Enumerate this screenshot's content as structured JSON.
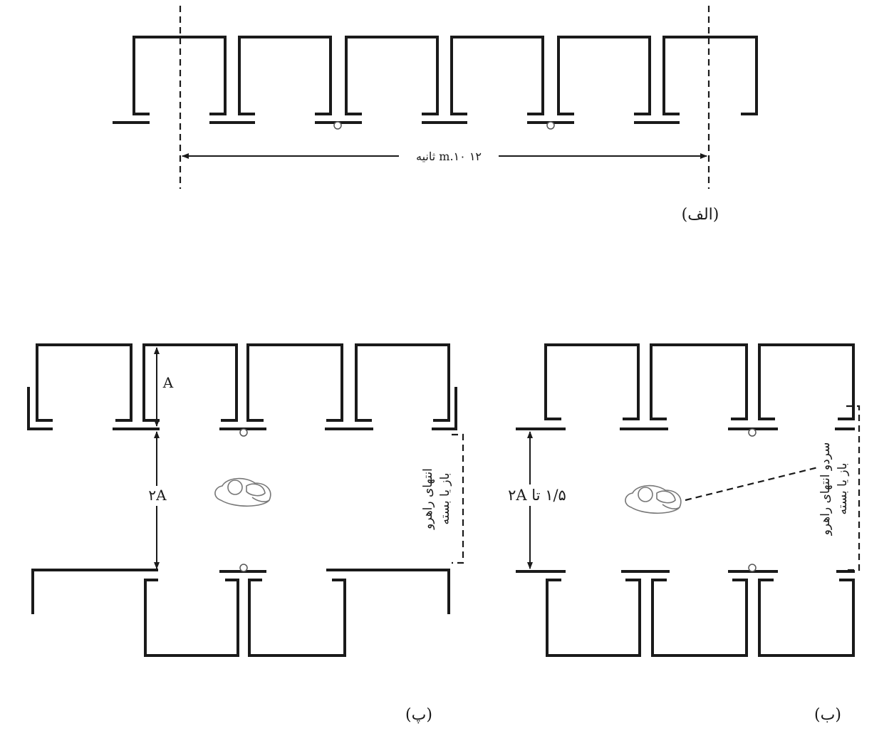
{
  "panel_a": {
    "dimension": "۱۲ m.۱۰ ثانیه",
    "label": "(الف)"
  },
  "panel_b": {
    "dimension": "۱/۵ تا ۲A",
    "corridor_note_line1": "سردو انتهای راهرو",
    "corridor_note_line2": "باز یا بسته",
    "label": "(ب)"
  },
  "panel_p": {
    "room_depth": "A",
    "corridor_width": "۲A",
    "corridor_note_line1": "انتهای راهرو",
    "corridor_note_line2": "باز یا بسته",
    "label": "(پ)"
  },
  "icons": [
    "patient-bed-icon",
    "ceiling-lamp-icon"
  ],
  "colors": {
    "line": "#1a1a1a",
    "background": "#ffffff"
  }
}
